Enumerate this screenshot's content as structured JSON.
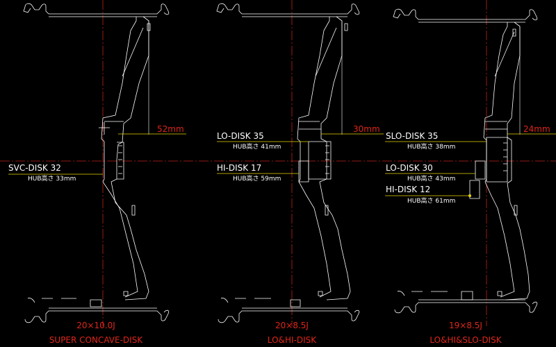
{
  "colors": {
    "background": "#000000",
    "outline": "#ffffff",
    "centerline": "#c0231a",
    "dimension": "#e0261a",
    "leader": "#e8d900"
  },
  "wheels": [
    {
      "offset_dimension": "52mm",
      "disks": [
        {
          "name": "SVC-DISK 32",
          "hub": "HUB高さ 33mm"
        }
      ],
      "size": "20×10.0J",
      "type": "SUPER CONCAVE-DISK"
    },
    {
      "offset_dimension": "30mm",
      "disks": [
        {
          "name": "LO-DISK 35",
          "hub": "HUB高さ 41mm"
        },
        {
          "name": "HI-DISK 17",
          "hub": "HUB高さ 59mm"
        }
      ],
      "size": "20×8.5J",
      "type": "LO&HI-DISK"
    },
    {
      "offset_dimension": "24mm",
      "disks": [
        {
          "name": "SLO-DISK 35",
          "hub": "HUB高さ 38mm"
        },
        {
          "name": "LO-DISK 30",
          "hub": "HUB高さ 43mm"
        },
        {
          "name": "HI-DISK 12",
          "hub": "HUB高さ 61mm"
        }
      ],
      "size": "19×8.5J",
      "type": "LO&HI&SLO-DISK"
    }
  ]
}
